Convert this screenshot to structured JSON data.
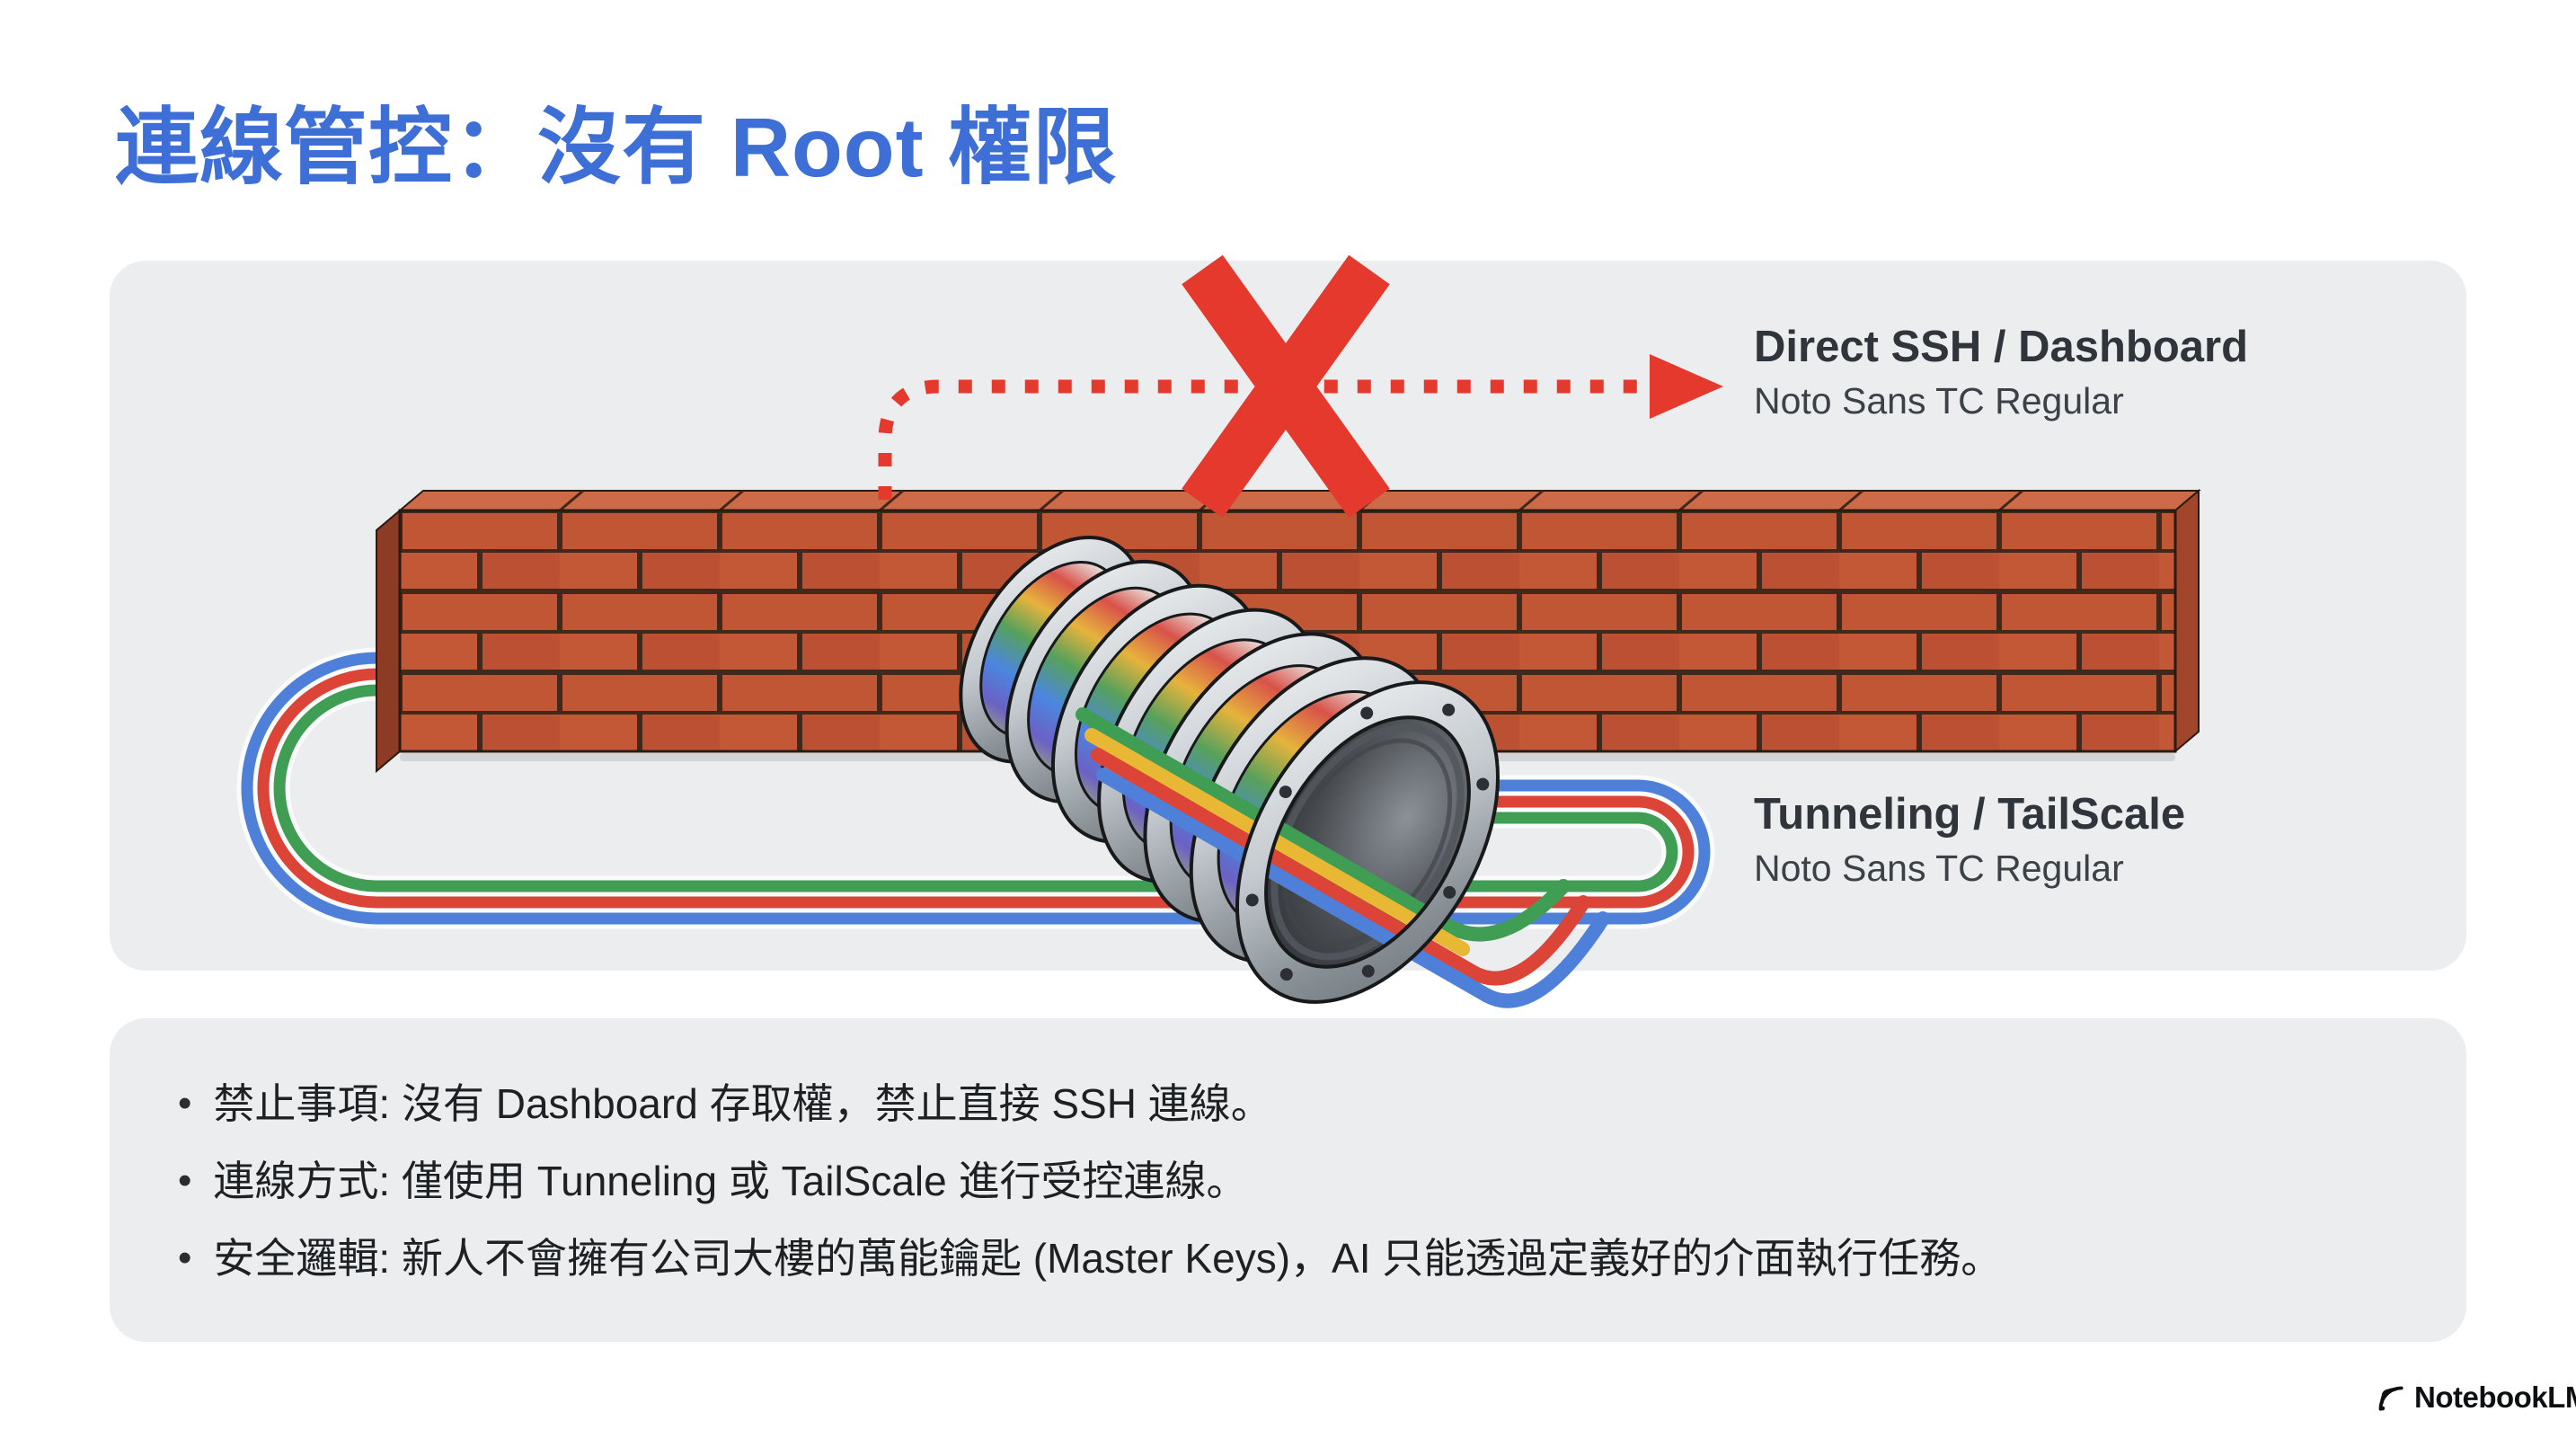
{
  "slide": {
    "title": "連線管控：沒有 Root 權限"
  },
  "diagram": {
    "blocked": {
      "label": "Direct SSH / Dashboard",
      "sublabel": "Noto Sans TC Regular"
    },
    "allowed": {
      "label": "Tunneling / TailScale",
      "sublabel": "Noto Sans TC Regular"
    },
    "elements": {
      "wall": "brick-firewall",
      "cross": "blocked-x-mark",
      "tunnel": "tunnel-through-wall"
    }
  },
  "notes": {
    "bullets": [
      "禁止事項: 沒有 Dashboard 存取權，禁止直接 SSH 連線。",
      "連線方式: 僅使用 Tunneling 或 TailScale 進行受控連線。",
      "安全邏輯: 新人不會擁有公司大樓的萬能鑰匙 (Master Keys)，AI 只能透過定義好的介面執行任務。"
    ],
    "bullet_glyph": "•"
  },
  "footer": {
    "brand": "NotebookLM"
  },
  "colors": {
    "title_blue": "#3D6FD6",
    "panel_gray": "#EBEDEF",
    "arrow_red": "#E5392E",
    "brick_red": "#C05634",
    "brick_top": "#CD6A48",
    "brick_side": "#8C3B24",
    "mortar": "#42281A",
    "cable_blue": "#4E80D9",
    "cable_red": "#DC4437",
    "cable_green": "#3F9E53",
    "cable_yellow": "#E8B733",
    "label_dark": "#2F353B",
    "text_dark": "#1E2124"
  }
}
